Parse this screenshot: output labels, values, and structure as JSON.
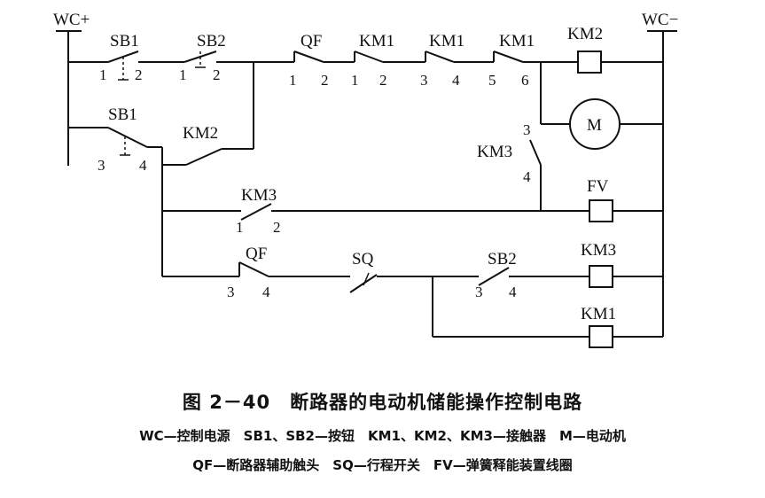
{
  "diagram": {
    "bus_positive": "WC+",
    "bus_negative": "WC−",
    "labels": {
      "sb1_top": "SB1",
      "sb2_top": "SB2",
      "qf_top": "QF",
      "km1_a": "KM1",
      "km1_b": "KM1",
      "km1_c": "KM1",
      "km2_coil": "KM2",
      "motor": "M",
      "sb1_mid": "SB1",
      "km2_contact": "KM2",
      "km3_contact_v": "KM3",
      "km3_contact_h": "KM3",
      "fv_coil": "FV",
      "qf_bottom": "QF",
      "sq": "SQ",
      "sb2_bottom": "SB2",
      "km3_coil": "KM3",
      "km1_coil": "KM1"
    },
    "terminals": {
      "sb1_top_1": "1",
      "sb1_top_2": "2",
      "sb2_top_1": "1",
      "sb2_top_2": "2",
      "qf_top_1": "1",
      "qf_top_2": "2",
      "km1a_1": "1",
      "km1a_2": "2",
      "km1b_3": "3",
      "km1b_4": "4",
      "km1c_5": "5",
      "km1c_6": "6",
      "km3v_3": "3",
      "km3v_4": "4",
      "sb1_mid_3": "3",
      "sb1_mid_4": "4",
      "km3h_1": "1",
      "km3h_2": "2",
      "qfb_3": "3",
      "qfb_4": "4",
      "sb2b_3": "3",
      "sb2b_4": "4"
    }
  },
  "caption": {
    "title": "图 2－40　断路器的电动机储能操作控制电路",
    "legend_line1": "WC—控制电源　SB1、SB2—按钮　KM1、KM2、KM3—接触器　M—电动机",
    "legend_line2": "QF—断路器辅助触头　SQ—行程开关　FV—弹簧释能装置线圈"
  }
}
